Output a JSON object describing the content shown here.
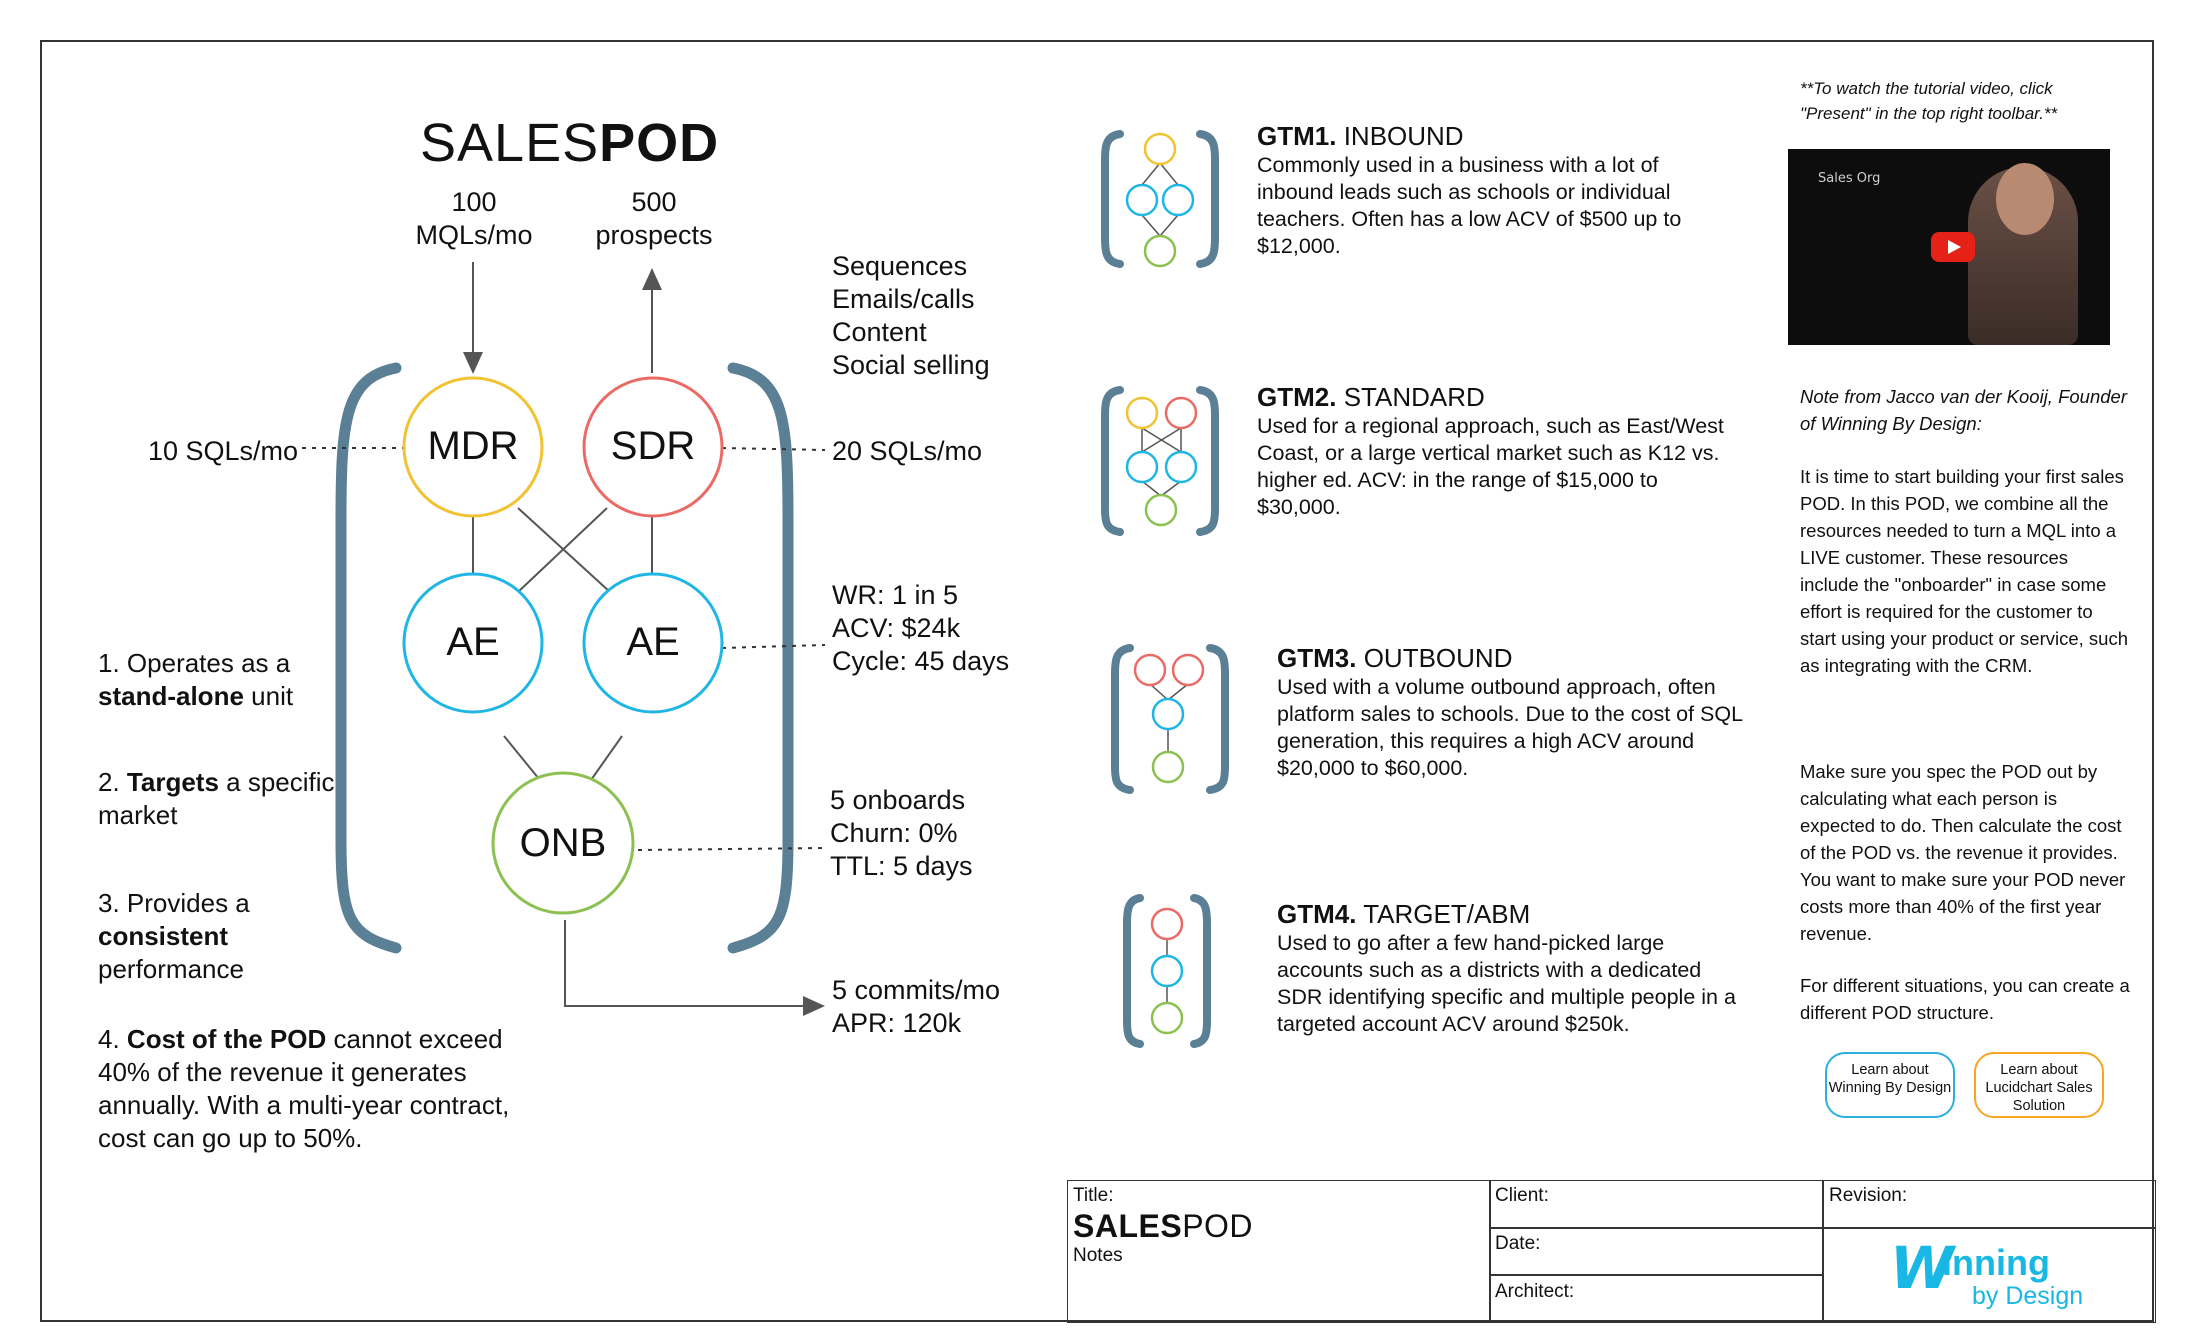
{
  "title": {
    "light": "SALES",
    "bold": "POD"
  },
  "inputs": {
    "mqls_number": "100",
    "mqls_label": "MQLs/mo",
    "prospects_number": "500",
    "prospects_label": "prospects"
  },
  "sdr_activities": [
    "Sequences",
    "Emails/calls",
    "Content",
    "Social selling"
  ],
  "nodes": {
    "mdr": "MDR",
    "sdr": "SDR",
    "ae1": "AE",
    "ae2": "AE",
    "onb": "ONB"
  },
  "metrics": {
    "mdr_sqls": "10 SQLs/mo",
    "sdr_sqls": "20 SQLs/mo",
    "ae": [
      "WR: 1 in 5",
      "ACV: $24k",
      "Cycle: 45 days"
    ],
    "onb": [
      "5 onboards",
      "Churn: 0%",
      "TTL: 5 days"
    ],
    "commits": [
      "5 commits/mo",
      "APR: 120k"
    ]
  },
  "principles": [
    {
      "num": "1.",
      "pre": "Operates as a",
      "bold": "stand-alone",
      "post": "unit"
    },
    {
      "num": "2.",
      "pre": "",
      "bold": "Targets",
      "post": "a specific market"
    },
    {
      "num": "3.",
      "pre": "Provides a",
      "bold": "consistent",
      "post": "performance"
    },
    {
      "num": "4.",
      "pre": "",
      "bold": "Cost of the POD",
      "post": "cannot exceed 40% of the revenue it generates annually. With a multi-year contract, cost can go up to 50%."
    }
  ],
  "gtm": [
    {
      "code": "GTM1.",
      "name": "INBOUND",
      "description": "Commonly used in a business with a lot of inbound leads such as schools or individual teachers. Often has a low ACV of $500 up to $12,000."
    },
    {
      "code": "GTM2.",
      "name": "STANDARD",
      "description": "Used for a regional approach, such as East/West Coast, or a large vertical market such as K12 vs. higher ed. ACV: in the range of $15,000 to $30,000."
    },
    {
      "code": "GTM3.",
      "name": "OUTBOUND",
      "description": "Used with a volume outbound approach, often platform sales to schools. Due to the cost of SQL generation, this requires a high ACV around $20,000 to $60,000."
    },
    {
      "code": "GTM4.",
      "name": "TARGET/ABM",
      "description": "Used to go after a few hand-picked large accounts such as a districts with a dedicated SDR identifying specific and multiple people in a targeted account ACV around $250k."
    }
  ],
  "sidebar": {
    "tutorial_hint": "**To watch the tutorial video, click \"Present\" in the top right toolbar.**",
    "video_chalk_text": "Sales Org",
    "note_from": "Note from Jacco van der Kooij, Founder of Winning By Design:",
    "paragraphs": [
      "It is time to start building your first sales POD. In this POD, we combine all the resources needed to turn a MQL into a LIVE customer. These resources include the \"onboarder\" in case some effort is required for the customer to start using your product or service, such as integrating with the CRM.",
      "Make sure you spec the POD out by calculating what each person is expected to do. Then calculate the cost of the POD vs. the revenue it provides. You want to make sure your POD never costs more than 40% of the first year revenue.",
      "For different situations, you can create a different POD structure."
    ],
    "button_wbd": "Learn about Winning By Design",
    "button_lucid": "Learn about Lucidchart Sales Solution"
  },
  "title_block": {
    "title_label": "Title:",
    "title_light": "SALES",
    "title_bold": "POD",
    "notes": "Notes",
    "client_label": "Client:",
    "date_label": "Date:",
    "architect_label": "Architect:",
    "revision_label": "Revision:"
  },
  "logo": {
    "w": "W",
    "inning": "inning",
    "by_design": "by Design"
  },
  "colors": {
    "mdr": "#f1c232",
    "sdr": "#ea6b66",
    "ae": "#1fb6e5",
    "onb": "#8cc152",
    "bracket": "#5b7f95",
    "btn_blue": "#2ab0de",
    "btn_orange": "#f5a623",
    "logo": "#19b7e3"
  }
}
